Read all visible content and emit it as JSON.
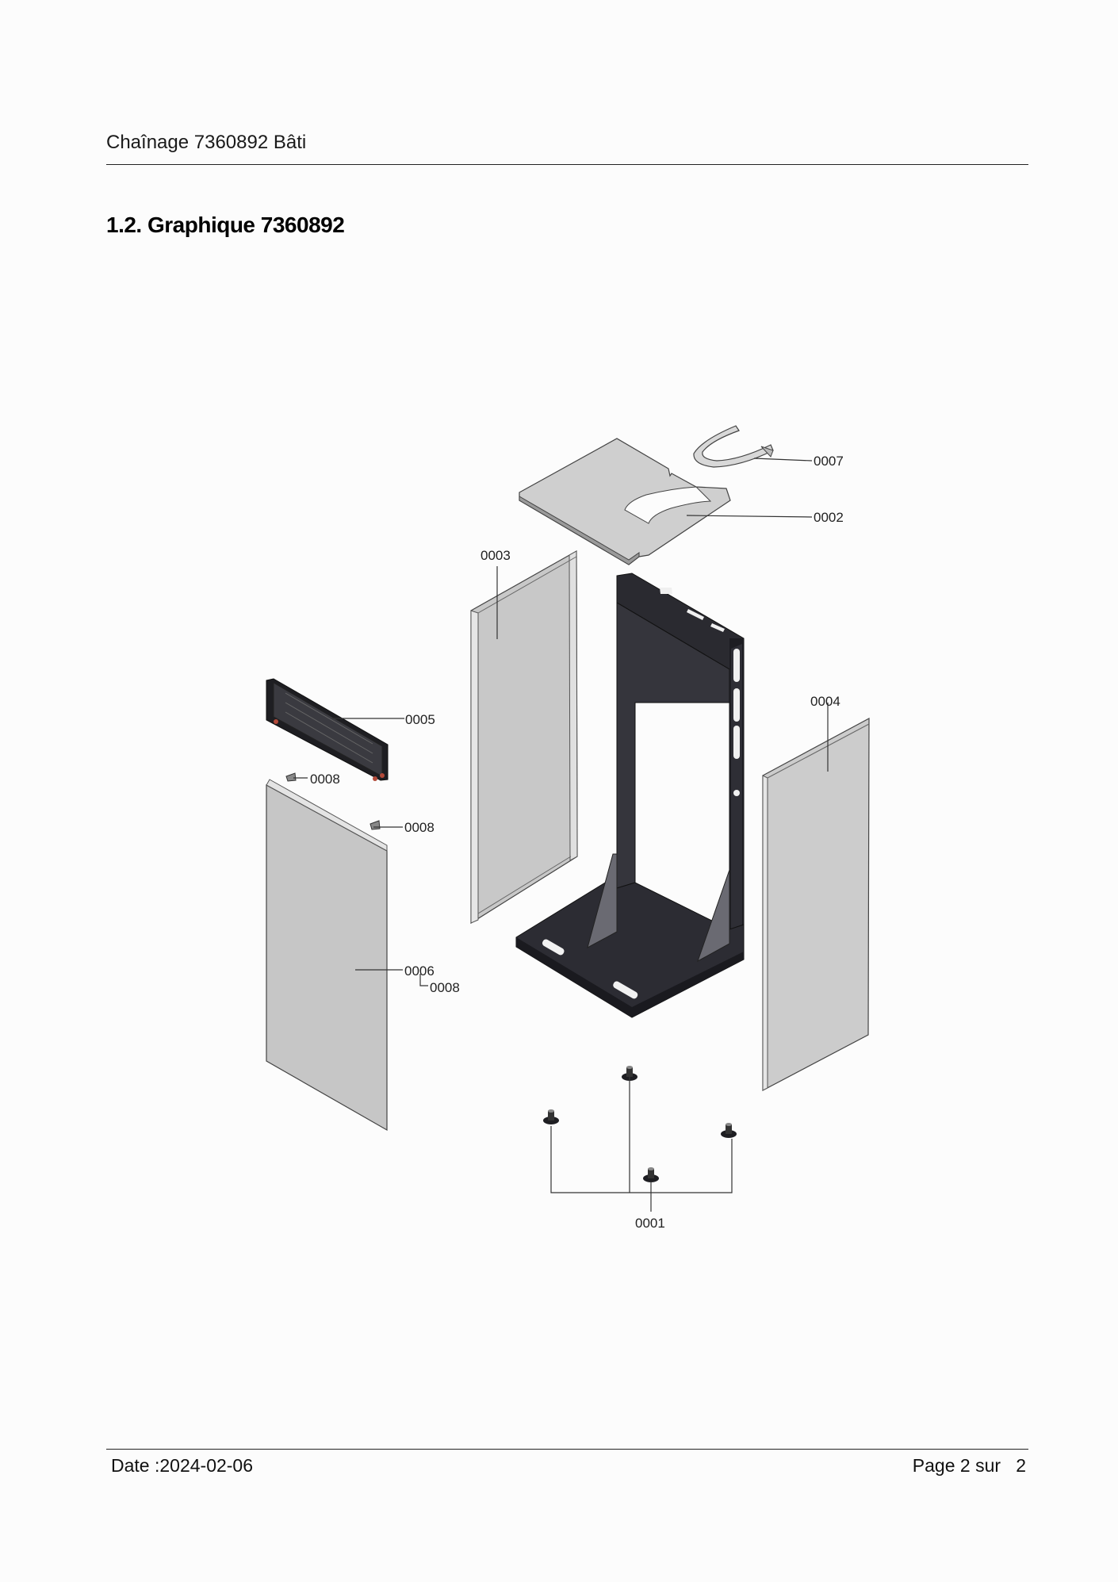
{
  "header": {
    "title": "Chaînage 7360892 Bâti"
  },
  "section": {
    "heading": "1.2. Graphique 7360892"
  },
  "figure": {
    "callouts": {
      "c0001": "0001",
      "c0002": "0002",
      "c0003": "0003",
      "c0004": "0004",
      "c0005": "0005",
      "c0006": "0006",
      "c0007": "0007",
      "c0008a": "0008",
      "c0008b": "0008",
      "c0008c": "0008"
    }
  },
  "footer": {
    "date": "Date :2024-02-06",
    "page": "Page 2 sur   2"
  }
}
